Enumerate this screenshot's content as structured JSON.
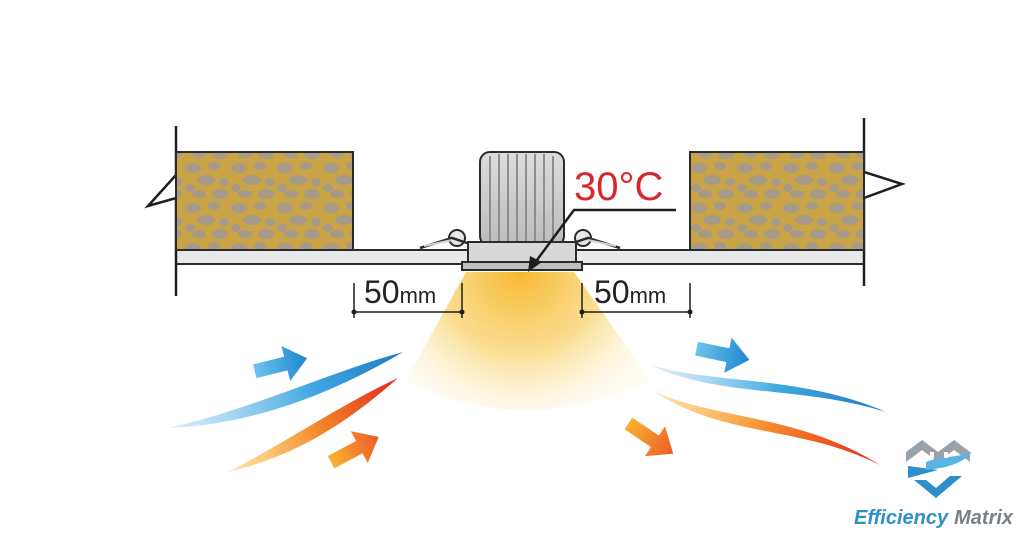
{
  "temperature": {
    "value": "30°C",
    "color": "#d9262b"
  },
  "clearance_left": {
    "value": "50",
    "unit": "mm"
  },
  "clearance_right": {
    "value": "50",
    "unit": "mm"
  },
  "brand": {
    "name_part1": "Efficiency",
    "name_part2": "Matrix"
  },
  "colors": {
    "insulation_fill": "#c8a447",
    "insulation_spots": "#a89a88",
    "ceiling_board": "#e6e8ea",
    "cool_air": "#2a9ad6",
    "warm_air": "#f04a1e",
    "light_cone": "#f7c640"
  }
}
